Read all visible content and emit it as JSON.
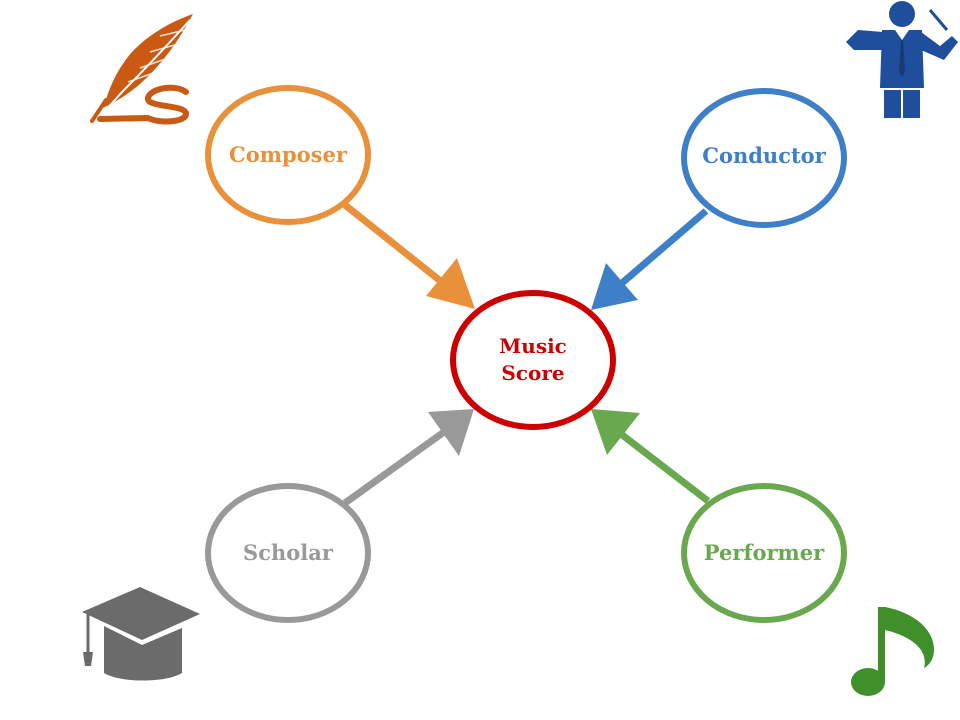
{
  "diagram": {
    "center": {
      "line1": "Music",
      "line2": "Score",
      "color": "#cc0000"
    },
    "nodes": [
      {
        "id": "composer",
        "label": "Composer",
        "color": "#e8913a",
        "icon": "quill-pen-icon"
      },
      {
        "id": "conductor",
        "label": "Conductor",
        "color": "#3d7fc8",
        "icon": "conductor-icon"
      },
      {
        "id": "scholar",
        "label": "Scholar",
        "color": "#999999",
        "icon": "graduation-cap-icon"
      },
      {
        "id": "performer",
        "label": "Performer",
        "color": "#6aa84f",
        "icon": "music-note-icon"
      }
    ]
  }
}
